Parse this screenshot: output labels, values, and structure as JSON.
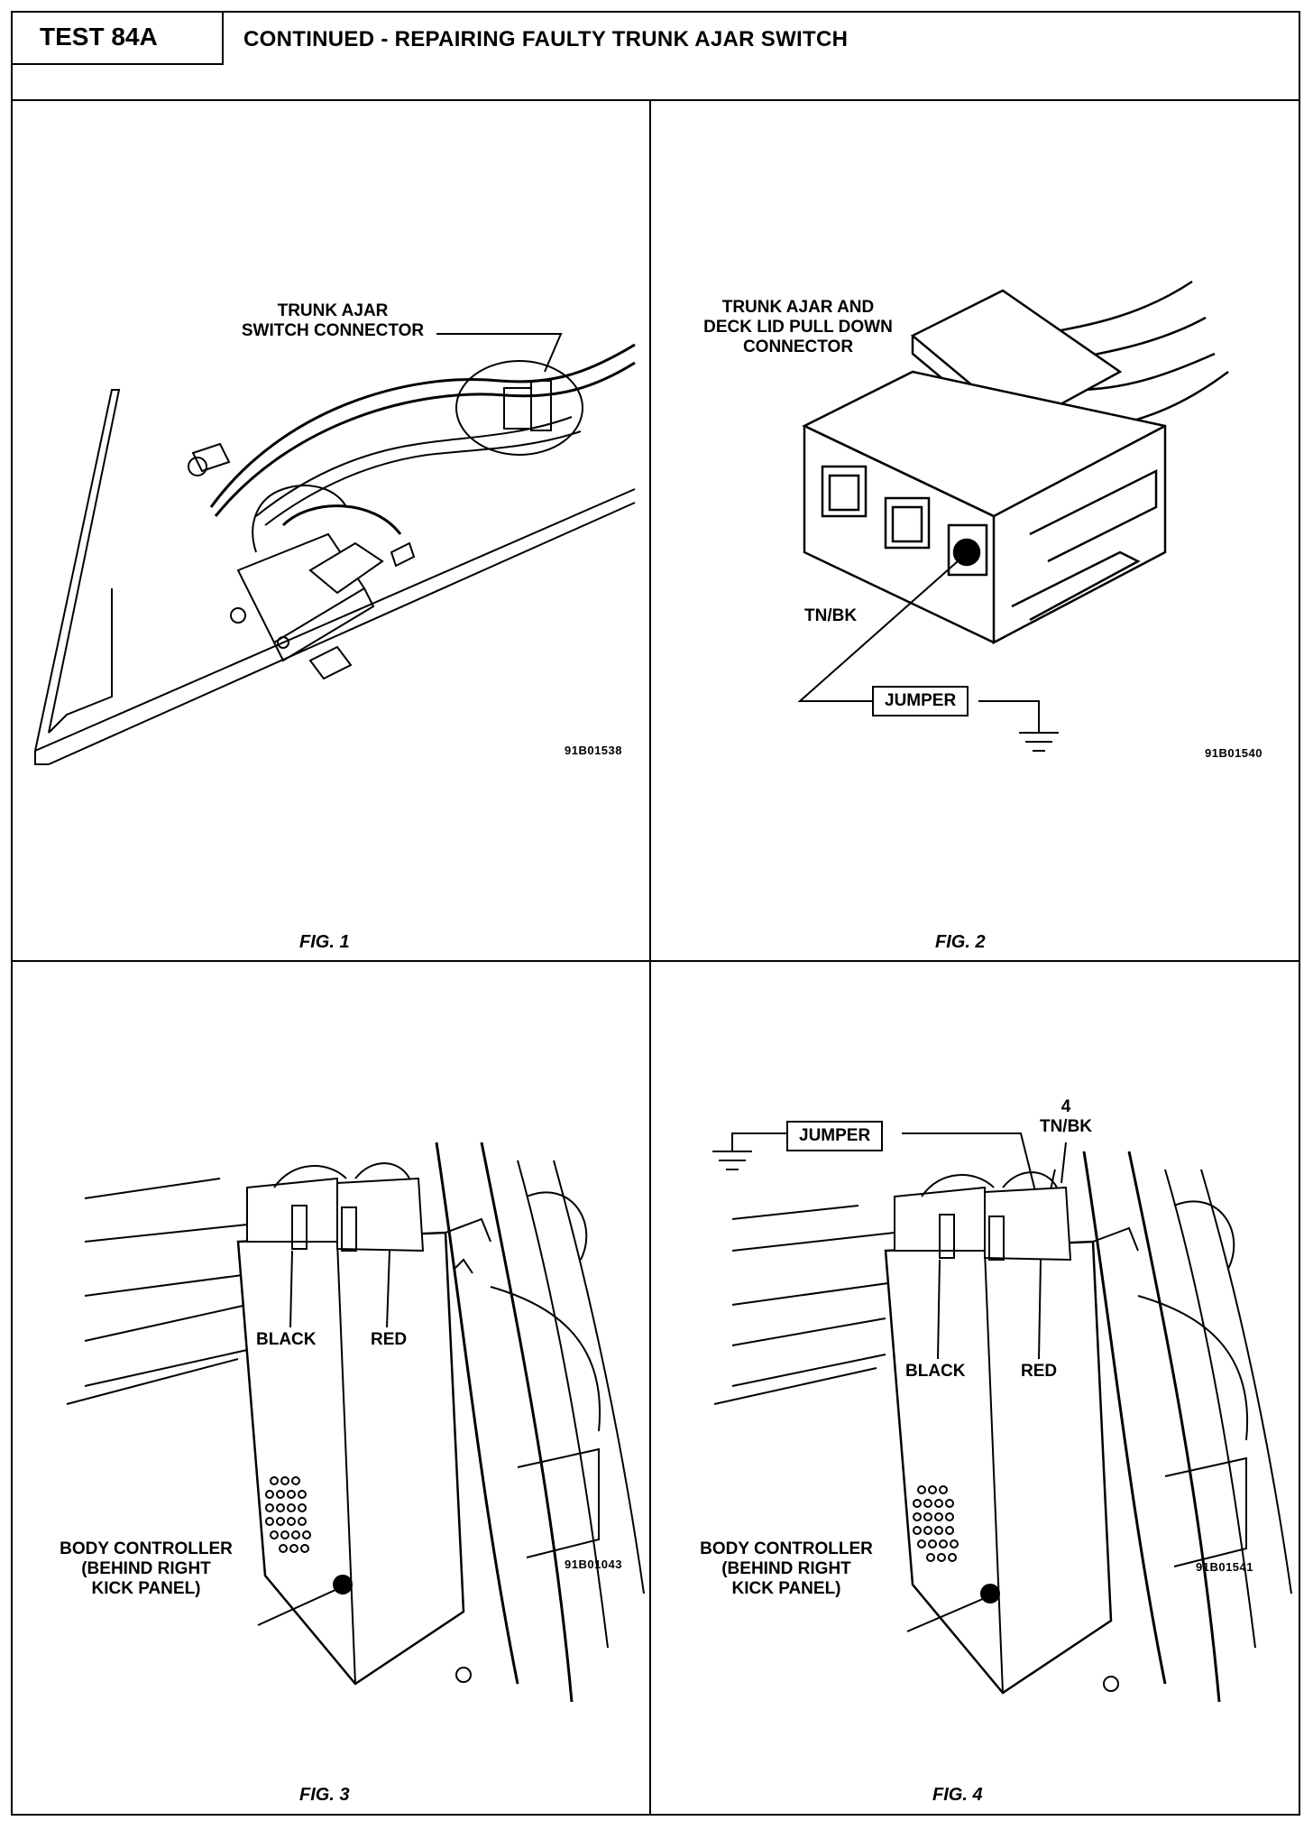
{
  "header": {
    "test_label": "TEST 84A",
    "title": "CONTINUED - REPAIRING FAULTY TRUNK AJAR SWITCH"
  },
  "figures": [
    {
      "caption": "FIG. 1",
      "code": "91B01538",
      "callouts": [
        "TRUNK AJAR\nSWITCH CONNECTOR"
      ]
    },
    {
      "caption": "FIG. 2",
      "code": "91B01540",
      "callouts": [
        "TRUNK AJAR AND\nDECK LID PULL DOWN\nCONNECTOR",
        "TN/BK",
        "JUMPER"
      ]
    },
    {
      "caption": "FIG. 3",
      "code": "91B01043",
      "callouts": [
        "BLACK",
        "RED",
        "BODY CONTROLLER\n(BEHIND RIGHT\nKICK PANEL)"
      ]
    },
    {
      "caption": "FIG. 4",
      "code": "91B01541",
      "callouts": [
        "JUMPER",
        "4\nTN/BK",
        "BLACK",
        "RED",
        "BODY CONTROLLER\n(BEHIND RIGHT\nKICK PANEL)"
      ]
    }
  ]
}
